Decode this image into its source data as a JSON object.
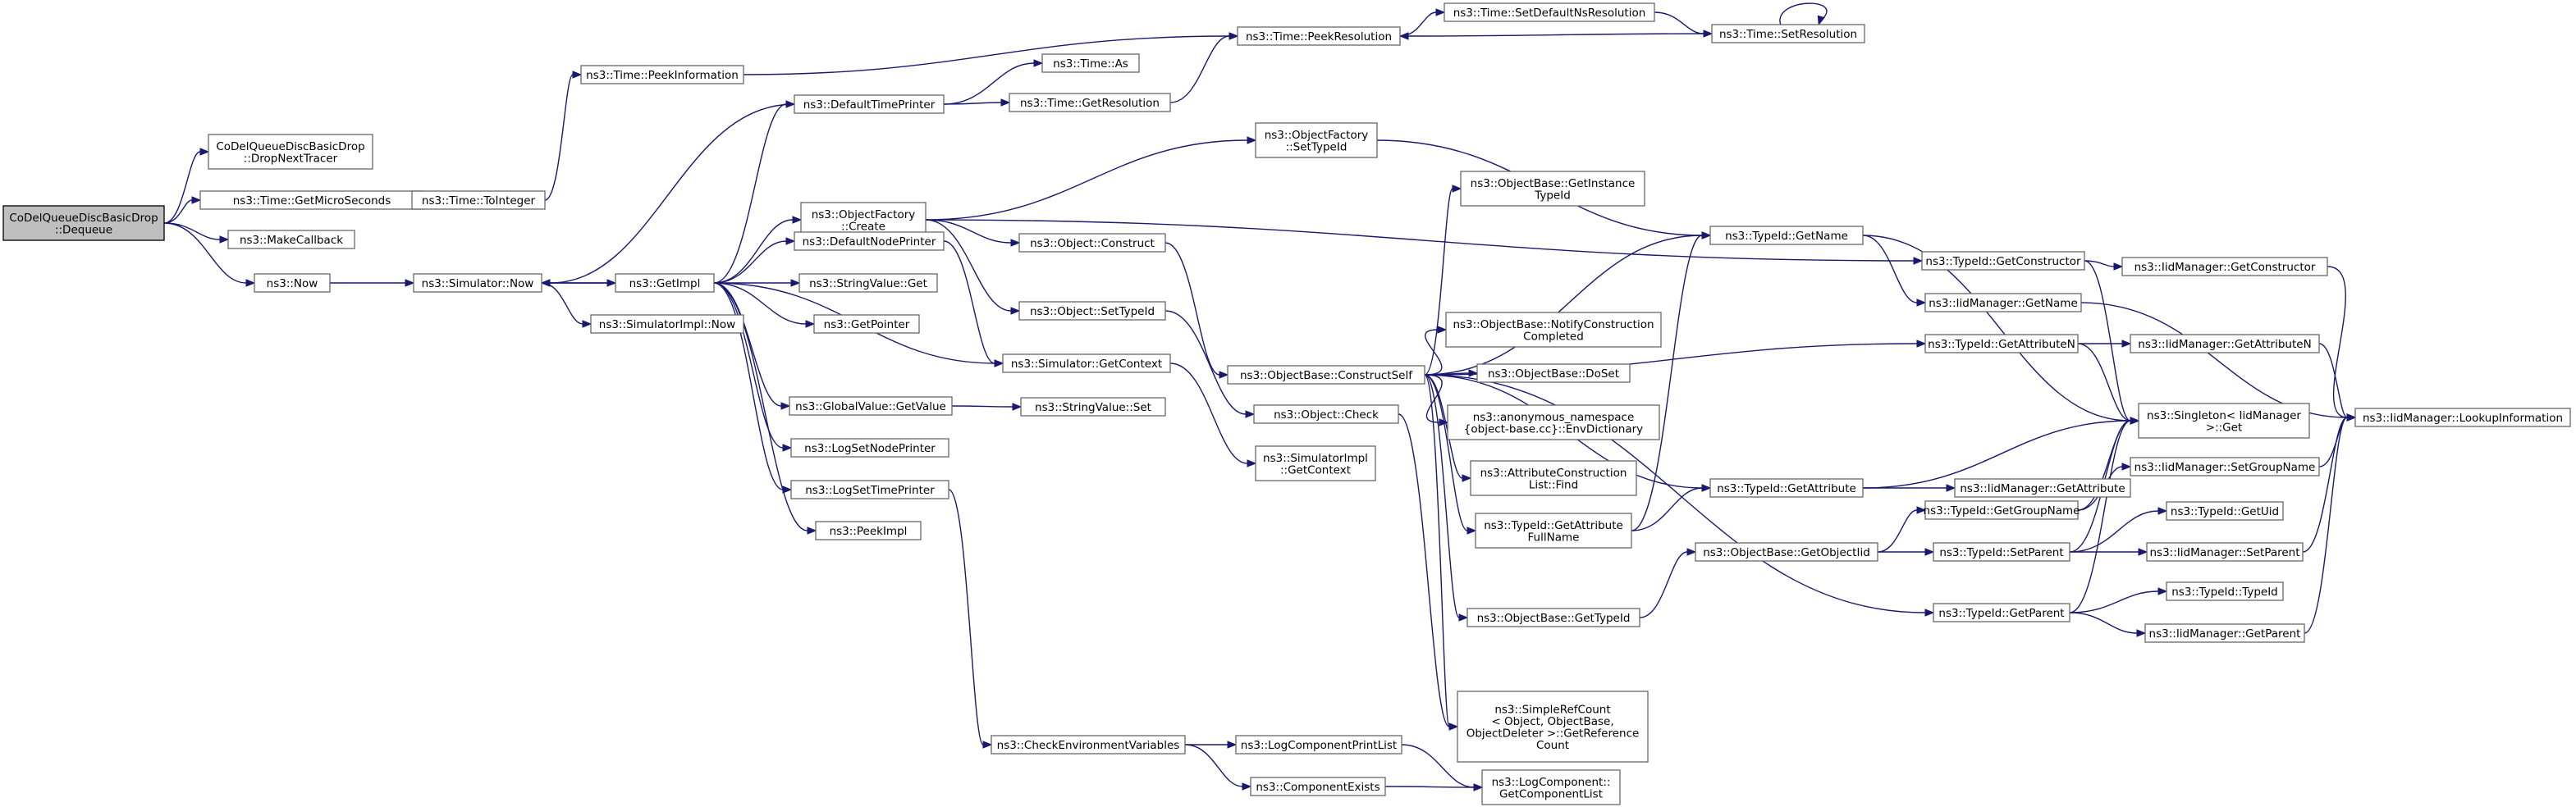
{
  "colors": {
    "edge": "#191970",
    "node_border": "#666666",
    "root_fill": "#bfbfbf"
  },
  "nodes": [
    {
      "id": "n1",
      "lines": [
        "CoDelQueueDiscBasicDrop",
        "::Dequeue"
      ],
      "root": true
    },
    {
      "id": "n2",
      "lines": [
        "CoDelQueueDiscBasicDrop",
        "::DropNextTracer"
      ]
    },
    {
      "id": "n3",
      "lines": [
        "ns3::Time::GetMicroSeconds"
      ]
    },
    {
      "id": "n4",
      "lines": [
        "ns3::MakeCallback"
      ]
    },
    {
      "id": "n5",
      "lines": [
        "ns3::Now"
      ]
    },
    {
      "id": "n6",
      "lines": [
        "ns3::Time::ToInteger"
      ]
    },
    {
      "id": "n7",
      "lines": [
        "ns3::Simulator::Now"
      ]
    },
    {
      "id": "n8",
      "lines": [
        "ns3::Time::PeekInformation"
      ]
    },
    {
      "id": "n9",
      "lines": [
        "ns3::GetImpl"
      ]
    },
    {
      "id": "n10",
      "lines": [
        "ns3::SimulatorImpl::Now"
      ]
    },
    {
      "id": "n11",
      "lines": [
        "ns3::Time::PeekResolution"
      ]
    },
    {
      "id": "n12",
      "lines": [
        "ns3::DefaultTimePrinter"
      ]
    },
    {
      "id": "n13",
      "lines": [
        "ns3::ObjectFactory",
        "::Create"
      ]
    },
    {
      "id": "n14",
      "lines": [
        "ns3::DefaultNodePrinter"
      ]
    },
    {
      "id": "n15",
      "lines": [
        "ns3::StringValue::Get"
      ]
    },
    {
      "id": "n16",
      "lines": [
        "ns3::GetPointer"
      ]
    },
    {
      "id": "n17",
      "lines": [
        "ns3::GlobalValue::GetValue"
      ]
    },
    {
      "id": "n18",
      "lines": [
        "ns3::LogSetNodePrinter"
      ]
    },
    {
      "id": "n19",
      "lines": [
        "ns3::LogSetTimePrinter"
      ]
    },
    {
      "id": "n20",
      "lines": [
        "ns3::PeekImpl"
      ]
    },
    {
      "id": "n21",
      "lines": [
        "ns3::Time::As"
      ]
    },
    {
      "id": "n22",
      "lines": [
        "ns3::Time::GetResolution"
      ]
    },
    {
      "id": "n23",
      "lines": [
        "ns3::Time::SetDefaultNsResolution"
      ]
    },
    {
      "id": "n24",
      "lines": [
        "ns3::Time::SetResolution"
      ]
    },
    {
      "id": "n25",
      "lines": [
        "ns3::ObjectFactory",
        "::SetTypeId"
      ]
    },
    {
      "id": "n26",
      "lines": [
        "ns3::Object::Construct"
      ]
    },
    {
      "id": "n27",
      "lines": [
        "ns3::Object::SetTypeId"
      ]
    },
    {
      "id": "n28",
      "lines": [
        "ns3::Simulator::GetContext"
      ]
    },
    {
      "id": "n29",
      "lines": [
        "ns3::StringValue::Set"
      ]
    },
    {
      "id": "n30",
      "lines": [
        "ns3::ObjectBase::ConstructSelf"
      ]
    },
    {
      "id": "n31",
      "lines": [
        "ns3::Object::Check"
      ]
    },
    {
      "id": "n32",
      "lines": [
        "ns3::SimulatorImpl",
        "::GetContext"
      ]
    },
    {
      "id": "n33",
      "lines": [
        "ns3::CheckEnvironmentVariables"
      ]
    },
    {
      "id": "n34",
      "lines": [
        "ns3::LogComponentPrintList"
      ]
    },
    {
      "id": "n35",
      "lines": [
        "ns3::ComponentExists"
      ]
    },
    {
      "id": "n36",
      "lines": [
        "ns3::LogComponent::",
        "GetComponentList"
      ]
    },
    {
      "id": "n37",
      "lines": [
        "ns3::ObjectBase::GetInstance",
        "TypeId"
      ]
    },
    {
      "id": "n38",
      "lines": [
        "ns3::ObjectBase::NotifyConstruction",
        "Completed"
      ]
    },
    {
      "id": "n39",
      "lines": [
        "ns3::ObjectBase::DoSet"
      ]
    },
    {
      "id": "n40",
      "lines": [
        "ns3::anonymous_namespace",
        "{object-base.cc}::EnvDictionary"
      ]
    },
    {
      "id": "n41",
      "lines": [
        "ns3::AttributeConstruction",
        "List::Find"
      ]
    },
    {
      "id": "n42",
      "lines": [
        "ns3::TypeId::GetAttribute",
        "FullName"
      ]
    },
    {
      "id": "n43",
      "lines": [
        "ns3::ObjectBase::GetTypeId"
      ]
    },
    {
      "id": "n44",
      "lines": [
        "ns3::SimpleRefCount",
        "< Object, ObjectBase,",
        "ObjectDeleter >::GetReference",
        "Count"
      ]
    },
    {
      "id": "n45",
      "lines": [
        "ns3::TypeId::GetName"
      ]
    },
    {
      "id": "n46",
      "lines": [
        "ns3::TypeId::GetAttribute"
      ]
    },
    {
      "id": "n47",
      "lines": [
        "ns3::ObjectBase::GetObjectIid"
      ]
    },
    {
      "id": "n48",
      "lines": [
        "ns3::TypeId::GetConstructor"
      ]
    },
    {
      "id": "n49",
      "lines": [
        "ns3::IidManager::GetName"
      ]
    },
    {
      "id": "n50",
      "lines": [
        "ns3::TypeId::GetAttributeN"
      ]
    },
    {
      "id": "n51",
      "lines": [
        "ns3::IidManager::GetAttribute"
      ]
    },
    {
      "id": "n52",
      "lines": [
        "ns3::TypeId::GetGroupName"
      ]
    },
    {
      "id": "n53",
      "lines": [
        "ns3::TypeId::SetParent"
      ]
    },
    {
      "id": "n54",
      "lines": [
        "ns3::TypeId::GetParent"
      ]
    },
    {
      "id": "n55",
      "lines": [
        "ns3::IidManager::GetConstructor"
      ]
    },
    {
      "id": "n56",
      "lines": [
        "ns3::IidManager::GetAttributeN"
      ]
    },
    {
      "id": "n57",
      "lines": [
        "ns3::Singleton< IidManager",
        ">::Get"
      ]
    },
    {
      "id": "n58",
      "lines": [
        "ns3::IidManager::SetGroupName"
      ]
    },
    {
      "id": "n59",
      "lines": [
        "ns3::TypeId::GetUid"
      ]
    },
    {
      "id": "n60",
      "lines": [
        "ns3::IidManager::SetParent"
      ]
    },
    {
      "id": "n61",
      "lines": [
        "ns3::TypeId::TypeId"
      ]
    },
    {
      "id": "n62",
      "lines": [
        "ns3::IidManager::GetParent"
      ]
    },
    {
      "id": "n63",
      "lines": [
        "ns3::IidManager::LookupInformation"
      ]
    }
  ],
  "edges": [
    [
      "n1",
      "n2"
    ],
    [
      "n1",
      "n3"
    ],
    [
      "n1",
      "n4"
    ],
    [
      "n1",
      "n5"
    ],
    [
      "n3",
      "n6"
    ],
    [
      "n6",
      "n8"
    ],
    [
      "n8",
      "n11"
    ],
    [
      "n5",
      "n7"
    ],
    [
      "n7",
      "n9"
    ],
    [
      "n7",
      "n10"
    ],
    [
      "n9",
      "n12"
    ],
    [
      "n9",
      "n13"
    ],
    [
      "n9",
      "n14"
    ],
    [
      "n9",
      "n15"
    ],
    [
      "n9",
      "n16"
    ],
    [
      "n9",
      "n17"
    ],
    [
      "n9",
      "n18"
    ],
    [
      "n9",
      "n19"
    ],
    [
      "n9",
      "n20"
    ],
    [
      "n9",
      "n28"
    ],
    [
      "n9",
      "n7"
    ],
    [
      "n12",
      "n21"
    ],
    [
      "n12",
      "n22"
    ],
    [
      "n12",
      "n7"
    ],
    [
      "n22",
      "n11"
    ],
    [
      "n11",
      "n23"
    ],
    [
      "n23",
      "n24"
    ],
    [
      "n24",
      "n24"
    ],
    [
      "n24",
      "n11"
    ],
    [
      "n13",
      "n25"
    ],
    [
      "n13",
      "n26"
    ],
    [
      "n13",
      "n27"
    ],
    [
      "n13",
      "n48"
    ],
    [
      "n25",
      "n45"
    ],
    [
      "n26",
      "n30"
    ],
    [
      "n27",
      "n31"
    ],
    [
      "n14",
      "n28"
    ],
    [
      "n28",
      "n32"
    ],
    [
      "n17",
      "n29"
    ],
    [
      "n19",
      "n33"
    ],
    [
      "n33",
      "n34"
    ],
    [
      "n33",
      "n35"
    ],
    [
      "n34",
      "n36"
    ],
    [
      "n35",
      "n36"
    ],
    [
      "n30",
      "n37"
    ],
    [
      "n30",
      "n38"
    ],
    [
      "n30",
      "n39"
    ],
    [
      "n30",
      "n40"
    ],
    [
      "n30",
      "n41"
    ],
    [
      "n30",
      "n42"
    ],
    [
      "n30",
      "n43"
    ],
    [
      "n30",
      "n44"
    ],
    [
      "n30",
      "n45"
    ],
    [
      "n30",
      "n46"
    ],
    [
      "n30",
      "n50"
    ],
    [
      "n30",
      "n54"
    ],
    [
      "n31",
      "n44"
    ],
    [
      "n42",
      "n45"
    ],
    [
      "n42",
      "n46"
    ],
    [
      "n43",
      "n47"
    ],
    [
      "n47",
      "n52"
    ],
    [
      "n47",
      "n53"
    ],
    [
      "n45",
      "n49"
    ],
    [
      "n45",
      "n57"
    ],
    [
      "n48",
      "n55"
    ],
    [
      "n48",
      "n57"
    ],
    [
      "n49",
      "n63"
    ],
    [
      "n50",
      "n56"
    ],
    [
      "n50",
      "n57"
    ],
    [
      "n46",
      "n51"
    ],
    [
      "n46",
      "n57"
    ],
    [
      "n52",
      "n58"
    ],
    [
      "n52",
      "n57"
    ],
    [
      "n53",
      "n59"
    ],
    [
      "n53",
      "n60"
    ],
    [
      "n53",
      "n57"
    ],
    [
      "n54",
      "n61"
    ],
    [
      "n54",
      "n62"
    ],
    [
      "n54",
      "n57"
    ],
    [
      "n55",
      "n63"
    ],
    [
      "n56",
      "n63"
    ],
    [
      "n58",
      "n63"
    ],
    [
      "n60",
      "n63"
    ],
    [
      "n62",
      "n63"
    ]
  ]
}
